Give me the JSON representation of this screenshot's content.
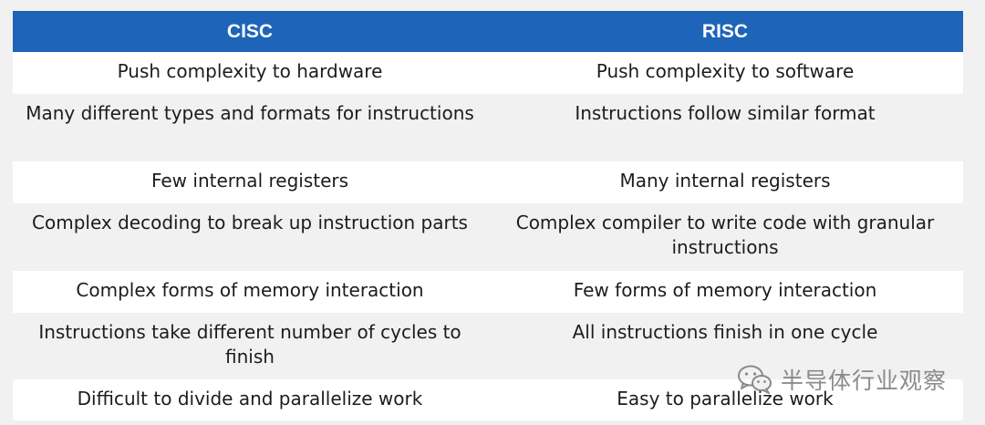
{
  "table": {
    "headers": [
      "CISC",
      "RISC"
    ],
    "rows": [
      [
        "Push complexity to hardware",
        "Push complexity to software"
      ],
      [
        "Many different types and formats for instructions",
        "Instructions follow similar format"
      ],
      [
        "Few internal registers",
        "Many internal registers"
      ],
      [
        "Complex decoding to break up instruction parts",
        "Complex compiler to write code with granular instructions"
      ],
      [
        "Complex forms of memory interaction",
        "Few forms of memory interaction"
      ],
      [
        "Instructions take different number of cycles to finish",
        "All instructions finish in one cycle"
      ],
      [
        "Difficult to divide and parallelize work",
        "Easy to parallelize work"
      ]
    ]
  },
  "colors": {
    "header_bg": "#1e64b8",
    "header_text": "#ffffff",
    "row_light": "#ffffff",
    "row_shaded": "#f1f1f1"
  },
  "watermark": {
    "icon": "wechat-icon",
    "text": "半导体行业观察"
  }
}
